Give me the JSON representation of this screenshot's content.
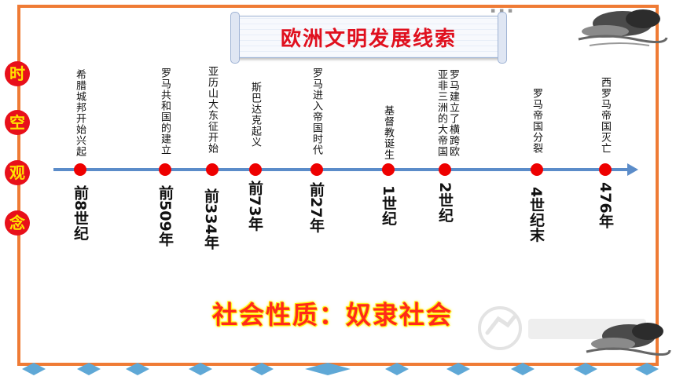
{
  "title": "欧洲文明发展线索",
  "side_labels": [
    "时",
    "空",
    "观",
    "念"
  ],
  "timeline": [
    {
      "event": "希腊城邦开始兴起",
      "date": "前8世纪"
    },
    {
      "event": "罗马共和国的建立",
      "date": "前509年"
    },
    {
      "event": "亚历山大东征开始",
      "date": "前334年"
    },
    {
      "event": "斯巴达克起义",
      "date": "前73年"
    },
    {
      "event": "罗马进入帝国时代",
      "date": "前27年"
    },
    {
      "event": "基督教诞生",
      "date": "1世纪"
    },
    {
      "event": "罗马建立了横跨欧亚非三洲的大帝国",
      "date": "2世纪"
    },
    {
      "event": "罗马帝国分裂",
      "date": "4世纪末"
    },
    {
      "event": "西罗马帝国灭亡",
      "date": "476年"
    }
  ],
  "social_nature": "社会性质：奴隶社会",
  "colors": {
    "frame": "#ef7b35",
    "axis": "#5b8cc9",
    "dot": "#ee0000",
    "title": "#e0101e",
    "nature": "#ff2a1a"
  }
}
